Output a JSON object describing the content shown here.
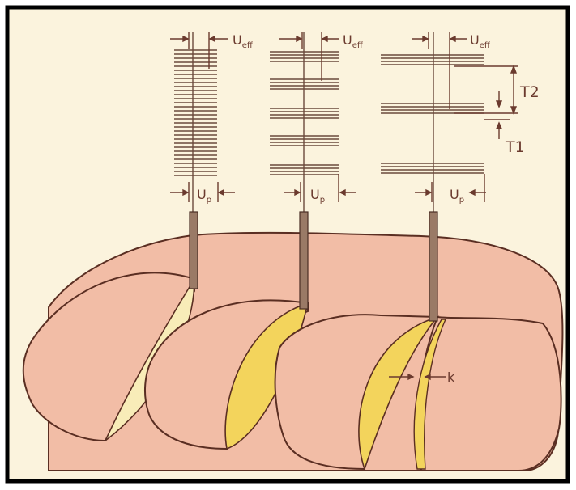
{
  "diagram": {
    "labels": {
      "u_eff": "U",
      "u_eff_sub": "eff",
      "u_p": "U",
      "u_p_sub": "p",
      "t1": "T1",
      "t2": "T2",
      "k": "k"
    },
    "colors": {
      "background": "#fbf3dd",
      "frame": "#000000",
      "skin": "#f2bda6",
      "skin_edge": "#5a2e22",
      "cut_face_pale": "#f8ecb8",
      "cut_face_yellow": "#f3d45c",
      "lines": "#6b4a3c",
      "needle": "#9a7a66"
    }
  }
}
